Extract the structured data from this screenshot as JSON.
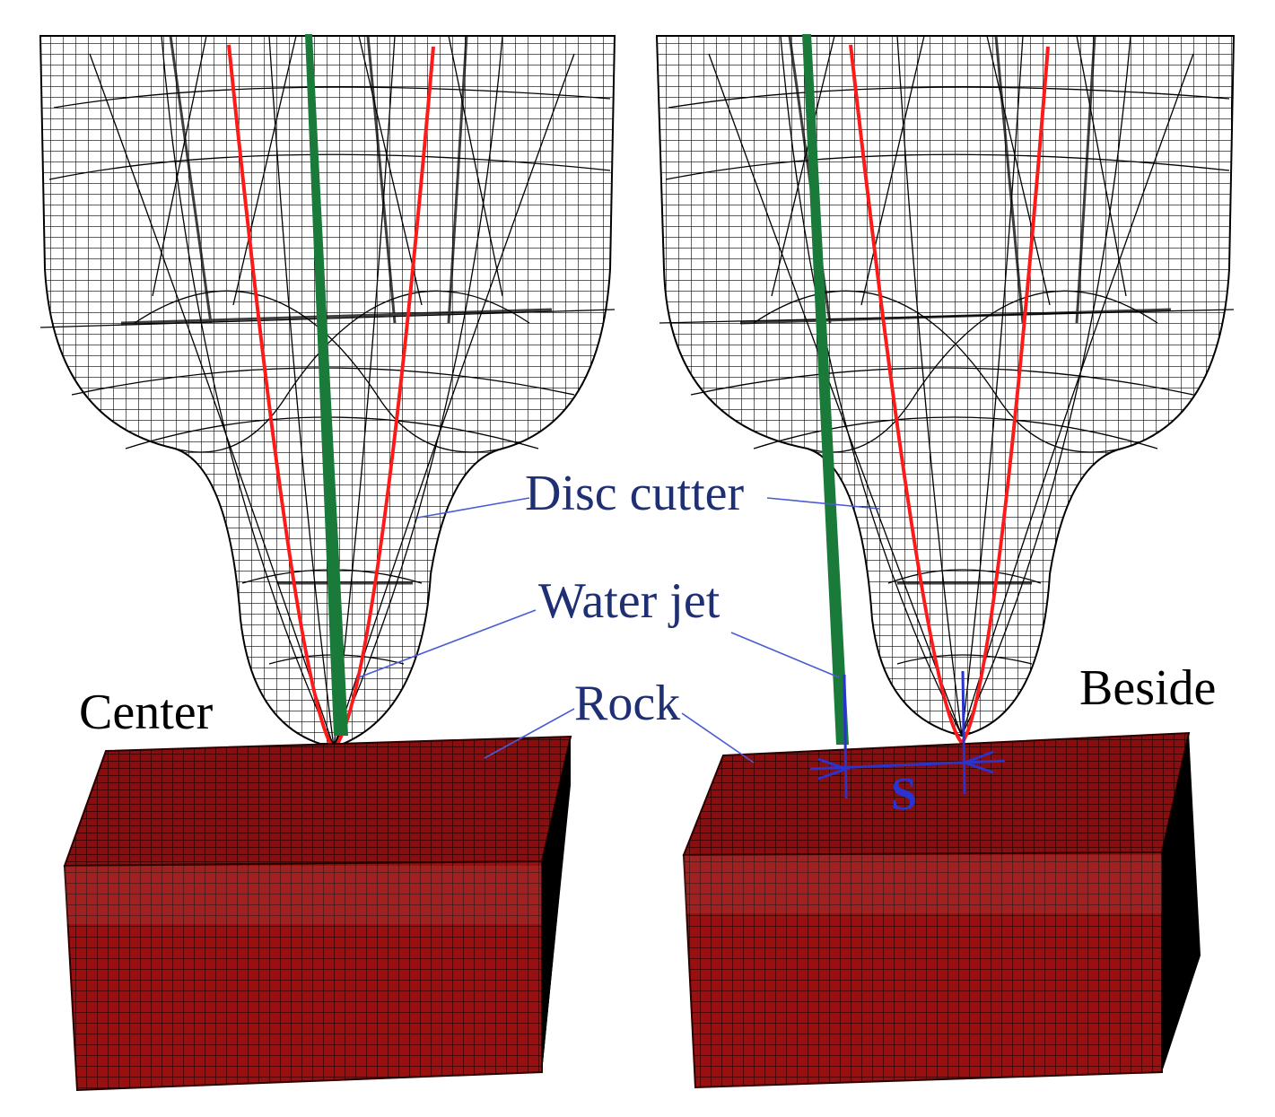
{
  "labels": {
    "disc_cutter": "Disc cutter",
    "water_jet": "Water jet",
    "rock": "Rock",
    "center": "Center",
    "beside": "Beside",
    "spacing": "S"
  },
  "colors": {
    "mesh_line": "#000000",
    "cutter_profile": "#ff1a1a",
    "water_jet": "#1a7a3a",
    "rock_face": "#8b0d0d",
    "rock_grid": "#2a0000",
    "rock_side": "#000000",
    "leader_line": "#4a5bd6",
    "label_text": "#1f2f74",
    "dimension": "#2a33cc"
  },
  "icons": [
    "disc-cutter-mesh-icon",
    "rock-block-icon",
    "water-jet-stream-icon"
  ]
}
